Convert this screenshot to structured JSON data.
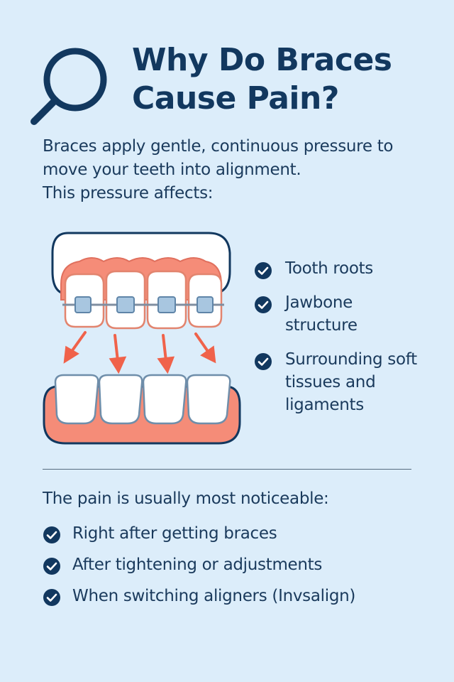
{
  "header": {
    "icon": "search-icon",
    "title_line1": "Why Do Braces",
    "title_line2": "Cause Pain?"
  },
  "intro": {
    "line1": "Braces apply gentle, continuous pressure to",
    "line2": "move your teeth into alignment.",
    "line3": "This pressure affects:"
  },
  "illustration": {
    "icon": "teeth-with-braces-illustration"
  },
  "effects": {
    "items": [
      {
        "line1": "Tooth roots",
        "line2": ""
      },
      {
        "line1": "Jawbone",
        "line2": "structure"
      },
      {
        "line1": "Surrounding soft",
        "line2": "tissues and",
        "line3": "ligaments"
      }
    ]
  },
  "timing": {
    "heading": "The pain is usually most noticeable:",
    "items": [
      "Right after getting braces",
      "After tightening or adjustments",
      "When switching aligners (Invsalign)"
    ]
  },
  "colors": {
    "background": "#dcedfa",
    "navy": "#12385f",
    "gum": "#f58c78",
    "arrow": "#f0624a",
    "bracket": "#8fb6d6"
  }
}
